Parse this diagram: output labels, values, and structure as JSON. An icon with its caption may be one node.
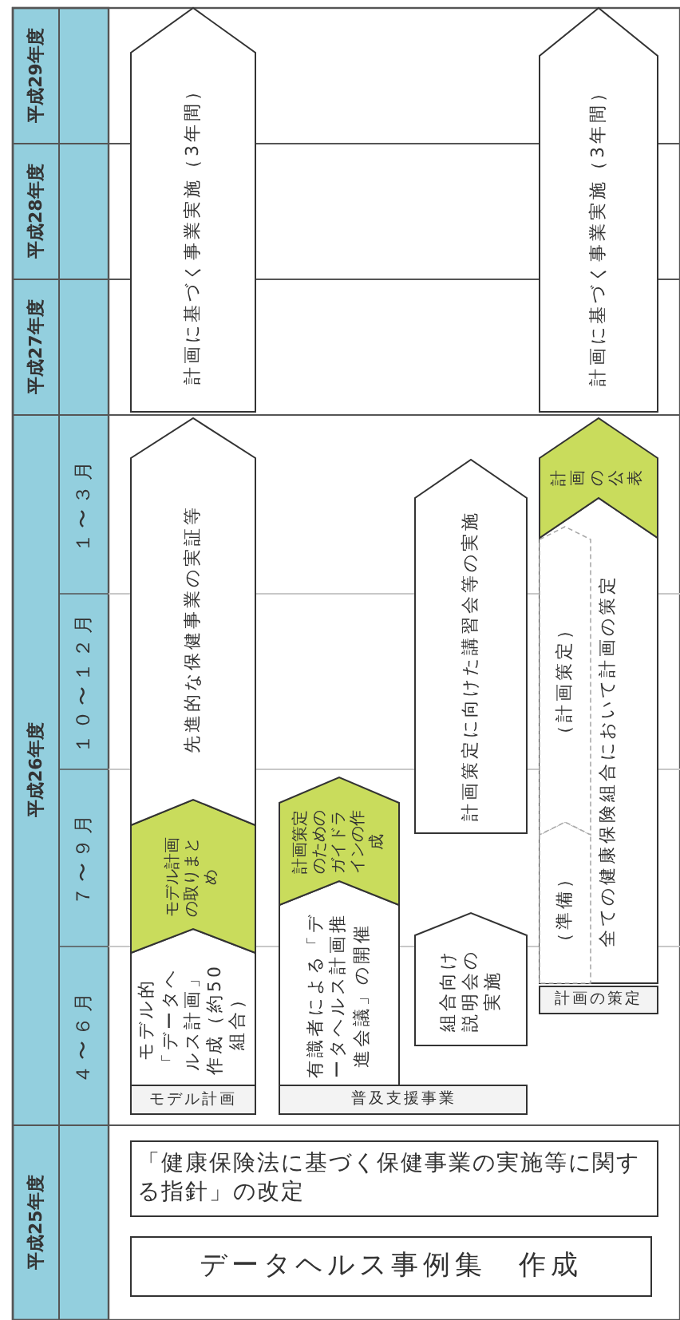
{
  "diagram": {
    "nodes": [
      {
        "text": [
          "「健康保険法に基づく保健事業の実施等に関する指針」の改定"
        ]
      },
      {
        "text": [
          "データヘルス事例集　作成"
        ]
      },
      {
        "text": [
          "モデル計画"
        ]
      },
      {
        "text": [
          "モデル的「データヘルス計画」作成（約50組合）"
        ]
      },
      {
        "text": [
          "モデル計画の取りまとめ"
        ]
      },
      {
        "text": [
          "先進的な保健事業の実証等"
        ]
      },
      {
        "text": [
          "計画に基づく事業実施（3年間）"
        ]
      },
      {
        "text": [
          "普及支援事業"
        ]
      },
      {
        "text": [
          "有識者による「データヘルス計画推進会議」の開催"
        ]
      },
      {
        "text": [
          "計画策定のためのガイドラインの作成"
        ]
      },
      {
        "text": [
          "組合向け説明会の実施"
        ]
      },
      {
        "text": [
          "計画策定に向けた講習会等の実施"
        ]
      },
      {
        "text": [
          "計画の策定"
        ]
      },
      {
        "text": [
          "全ての健康保険組合において計画の策定"
        ]
      },
      {
        "text": [
          "（準備）"
        ],
        "in": 13
      },
      {
        "text": [
          "（計画策定）"
        ],
        "in": 13
      },
      {
        "text": [
          "計画の公表"
        ]
      },
      {
        "text": [
          "計画に基づく事業実施（3年間）"
        ]
      }
    ],
    "labels": [
      "平成25年度",
      "平成26年度",
      "平成27年度",
      "平成28年度",
      "平成29年度",
      "４〜６月",
      "７〜９月",
      "１０〜１２月",
      "１〜３月"
    ]
  }
}
